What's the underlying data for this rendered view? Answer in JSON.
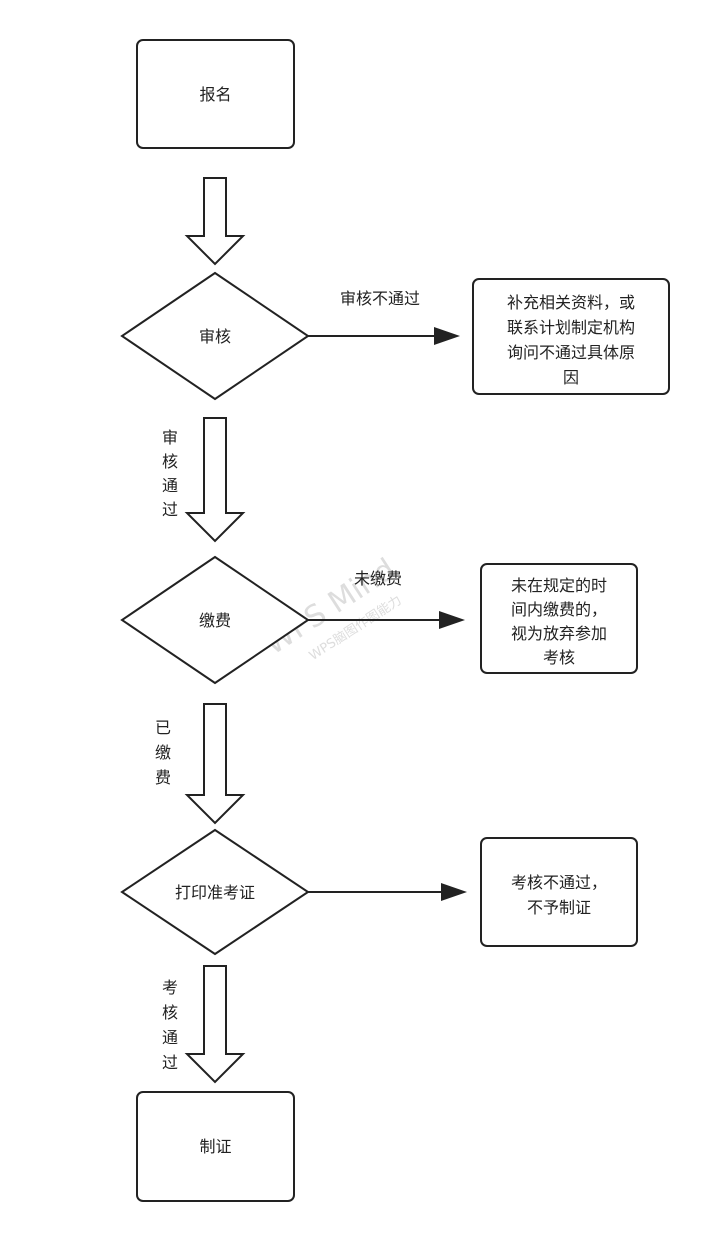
{
  "nodes": {
    "signup": {
      "label": "报名"
    },
    "review": {
      "label": "审核"
    },
    "review_fail_box": {
      "lines": [
        "补充相关资料，或",
        "联系计划制定机构",
        "询问不通过具体原",
        "因"
      ]
    },
    "payment": {
      "label": "缴费"
    },
    "unpaid_box": {
      "lines": [
        "未在规定的时",
        "间内缴费的，",
        "视为放弃参加",
        "考核"
      ]
    },
    "print_ticket": {
      "label": "打印准考证"
    },
    "exam_fail_box": {
      "lines": [
        "考核不通过，",
        "不予制证"
      ]
    },
    "certify": {
      "label": "制证"
    }
  },
  "edges": {
    "review_fail": {
      "label": "审核不通过"
    },
    "review_pass": {
      "vertical_label": [
        "审",
        "核",
        "通",
        "过"
      ]
    },
    "unpaid": {
      "label": "未缴费"
    },
    "paid": {
      "vertical_label": [
        "已",
        "缴",
        "费"
      ]
    },
    "exam_pass": {
      "vertical_label": [
        "考",
        "核",
        "通",
        "过"
      ]
    }
  },
  "watermark": {
    "main": "WPS Mind",
    "sub": "WPS脑图作图能力"
  },
  "colors": {
    "stroke": "#222222",
    "fill": "#ffffff",
    "watermark": "#cfcfcf"
  }
}
